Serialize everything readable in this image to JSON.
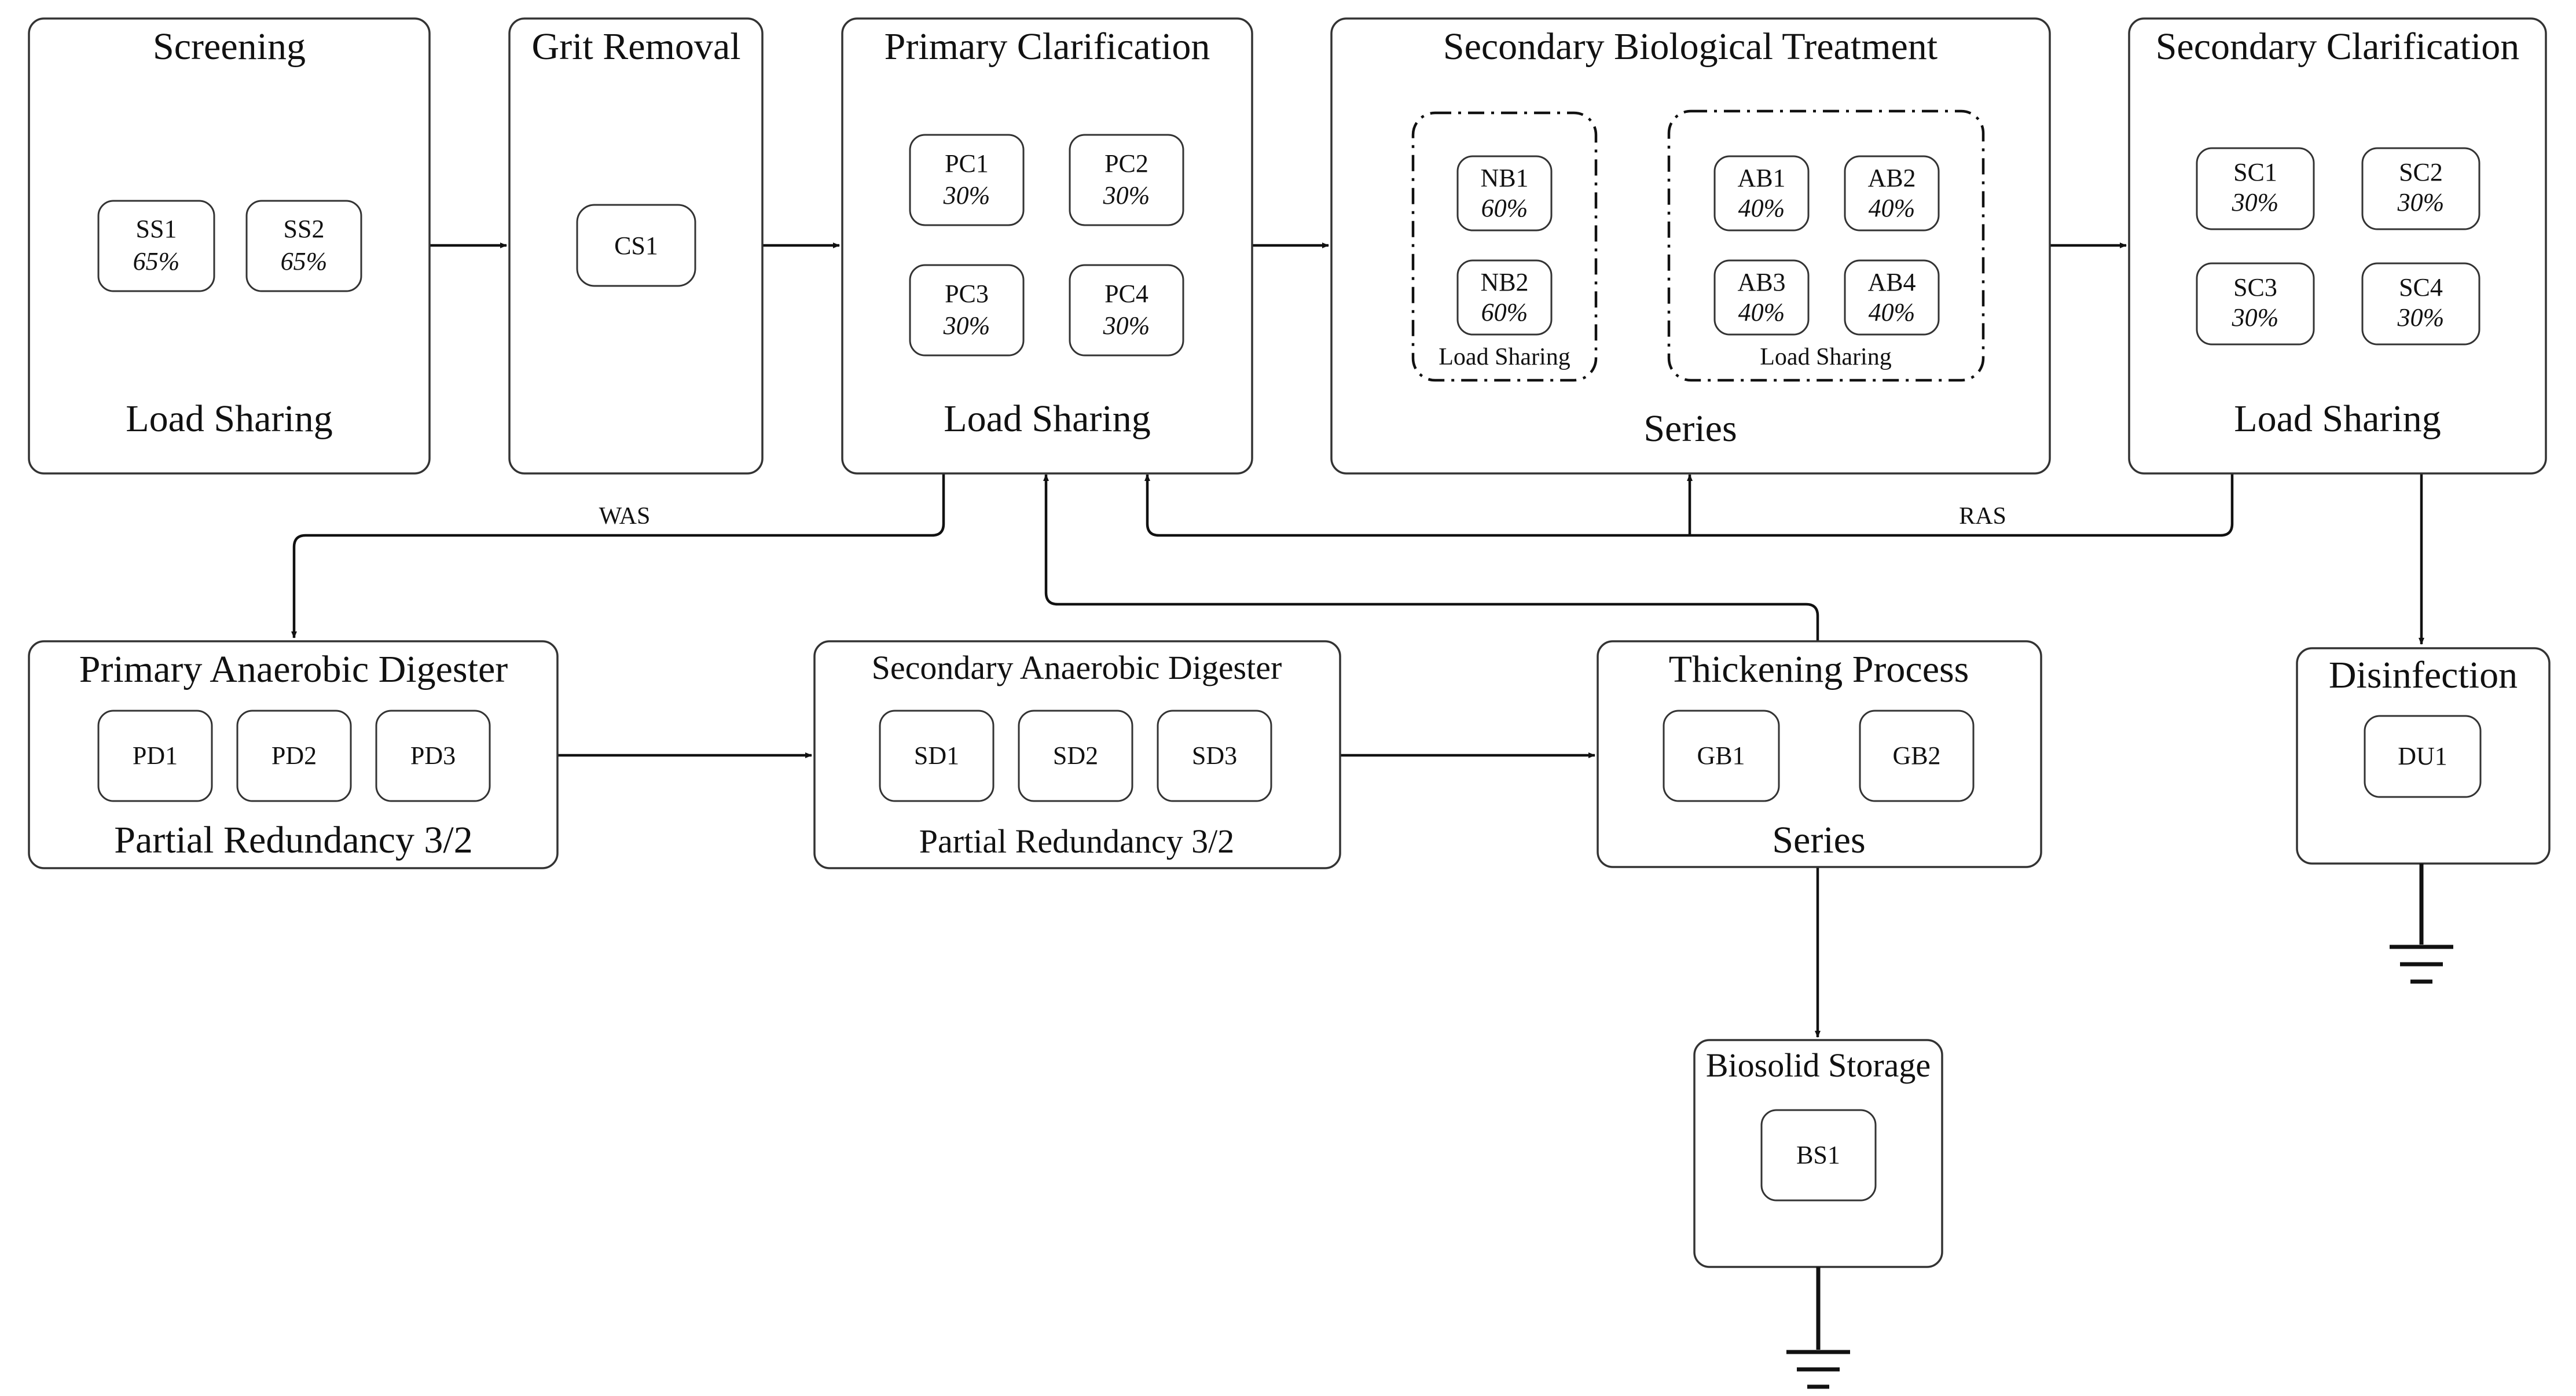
{
  "stages": {
    "screening": {
      "title": "Screening",
      "footer": "Load Sharing"
    },
    "grit": {
      "title": "Grit Removal"
    },
    "primary_clarification": {
      "title": "Primary Clarification",
      "footer": "Load Sharing"
    },
    "secondary_bio": {
      "title": "Secondary Biological Treatment",
      "footer": "Series"
    },
    "secondary_clarification": {
      "title": "Secondary Clarification",
      "footer": "Load Sharing"
    },
    "primary_digester": {
      "title": "Primary Anaerobic Digester",
      "footer": "Partial Redundancy 3/2"
    },
    "secondary_digester": {
      "title": "Secondary Anaerobic Digester",
      "footer": "Partial Redundancy 3/2"
    },
    "thickening": {
      "title": "Thickening Process",
      "footer": "Series"
    },
    "disinfection": {
      "title": "Disinfection"
    },
    "biosolid": {
      "title": "Biosolid Storage"
    }
  },
  "groups": {
    "nb": {
      "label": "Load Sharing"
    },
    "ab": {
      "label": "Load Sharing"
    }
  },
  "units": {
    "SS1": {
      "label": "SS1",
      "pct": "65%"
    },
    "SS2": {
      "label": "SS2",
      "pct": "65%"
    },
    "CS1": {
      "label": "CS1"
    },
    "PC1": {
      "label": "PC1",
      "pct": "30%"
    },
    "PC2": {
      "label": "PC2",
      "pct": "30%"
    },
    "PC3": {
      "label": "PC3",
      "pct": "30%"
    },
    "PC4": {
      "label": "PC4",
      "pct": "30%"
    },
    "NB1": {
      "label": "NB1",
      "pct": "60%"
    },
    "NB2": {
      "label": "NB2",
      "pct": "60%"
    },
    "AB1": {
      "label": "AB1",
      "pct": "40%"
    },
    "AB2": {
      "label": "AB2",
      "pct": "40%"
    },
    "AB3": {
      "label": "AB3",
      "pct": "40%"
    },
    "AB4": {
      "label": "AB4",
      "pct": "40%"
    },
    "SC1": {
      "label": "SC1",
      "pct": "30%"
    },
    "SC2": {
      "label": "SC2",
      "pct": "30%"
    },
    "SC3": {
      "label": "SC3",
      "pct": "30%"
    },
    "SC4": {
      "label": "SC4",
      "pct": "30%"
    },
    "PD1": {
      "label": "PD1"
    },
    "PD2": {
      "label": "PD2"
    },
    "PD3": {
      "label": "PD3"
    },
    "SD1": {
      "label": "SD1"
    },
    "SD2": {
      "label": "SD2"
    },
    "SD3": {
      "label": "SD3"
    },
    "GB1": {
      "label": "GB1"
    },
    "GB2": {
      "label": "GB2"
    },
    "DU1": {
      "label": "DU1"
    },
    "BS1": {
      "label": "BS1"
    }
  },
  "flows": {
    "was": "WAS",
    "ras": "RAS"
  }
}
